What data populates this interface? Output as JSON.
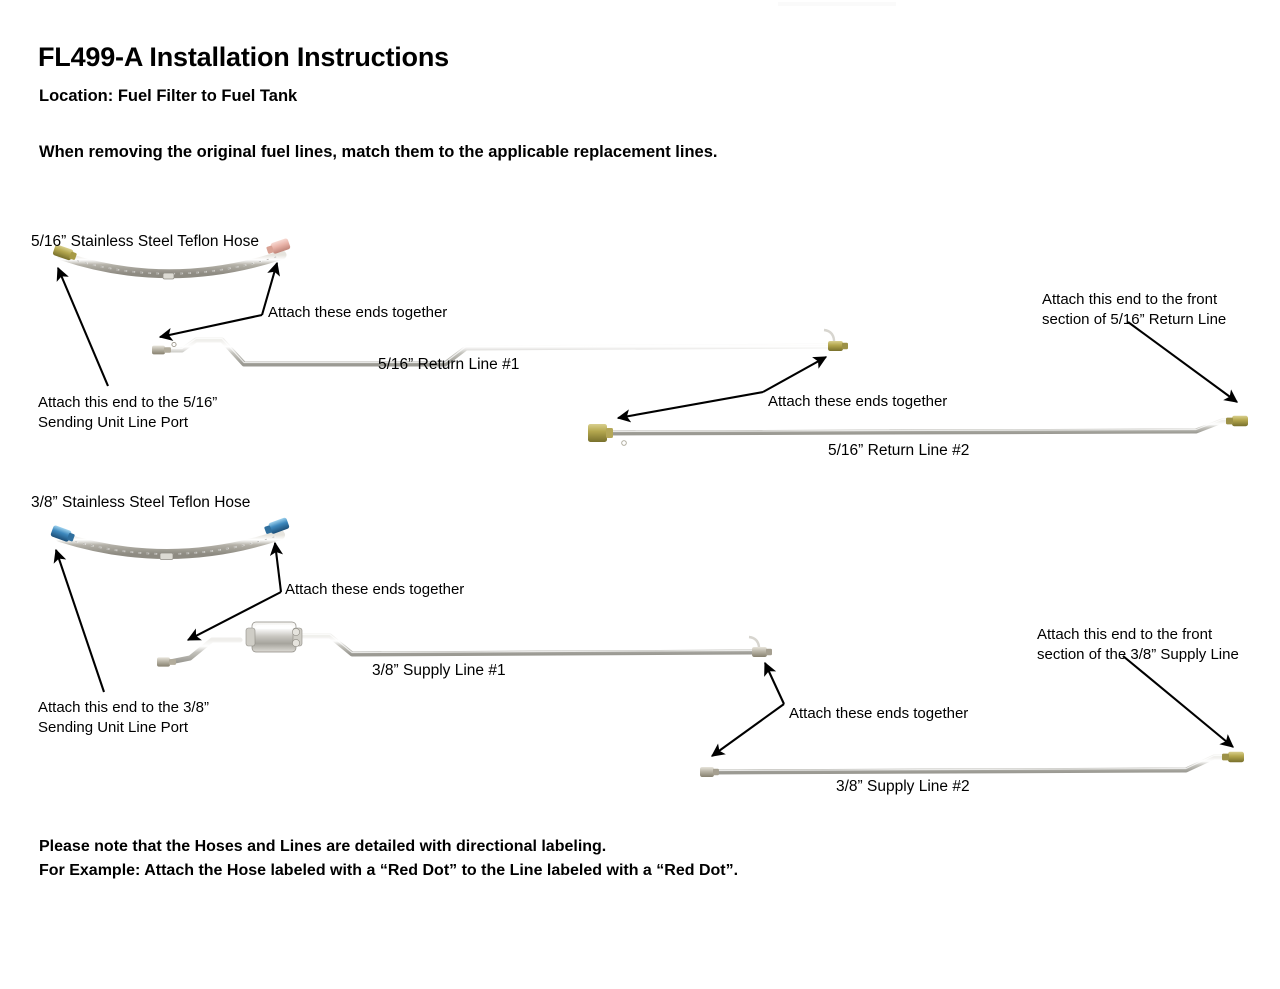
{
  "document": {
    "title": "FL499-A Installation Instructions",
    "location": "Location: Fuel Filter to Fuel Tank",
    "intro": "When removing the original fuel lines, match them to the applicable replacement lines."
  },
  "parts": {
    "hose_516": {
      "label": "5/16” Stainless Steel Teflon Hose",
      "left_fitting_color": "#a89a42",
      "right_fitting_color": "#e8b7ae",
      "braid_color": "#b9b5ac"
    },
    "hose_38": {
      "label": "3/8” Stainless Steel Teflon Hose",
      "left_fitting_color": "#3f86b8",
      "right_fitting_color": "#3f86b8",
      "braid_color": "#b9b5ac"
    },
    "return_line_1": {
      "label": "5/16” Return Line #1",
      "tube_color": "#c9c9c4",
      "fitting_color": "#9c9280"
    },
    "return_line_2": {
      "label": "5/16” Return Line #2",
      "tube_color": "#c9c9c4",
      "fitting_color": "#b9a martin"
    },
    "supply_line_1": {
      "label": "3/8” Supply Line #1",
      "tube_color": "#c9c9c4",
      "filter_color": "#cfcdc6"
    },
    "supply_line_2": {
      "label": "3/8” Supply Line #2",
      "tube_color": "#c9c9c4"
    }
  },
  "callouts": {
    "ends_together_1": "Attach these ends together",
    "ends_together_2": "Attach these ends together",
    "ends_together_3": "Attach these ends together",
    "ends_together_4": "Attach these ends together",
    "sending_unit_516_line1": "Attach this end to the 5/16”",
    "sending_unit_516_line2": "Sending Unit Line Port",
    "sending_unit_38_line1": "Attach this end to the 3/8”",
    "sending_unit_38_line2": "Sending Unit Line Port",
    "front_section_516_line1": "Attach this end to the front",
    "front_section_516_line2": "section of 5/16” Return Line",
    "front_section_38_line1": "Attach this end to the front",
    "front_section_38_line2": "section of the 3/8” Supply Line"
  },
  "notes": {
    "line1": "Please note that the Hoses and Lines are detailed with directional labeling.",
    "line2": "For Example: Attach the Hose labeled with a “Red Dot” to the Line labeled with a “Red Dot”."
  }
}
